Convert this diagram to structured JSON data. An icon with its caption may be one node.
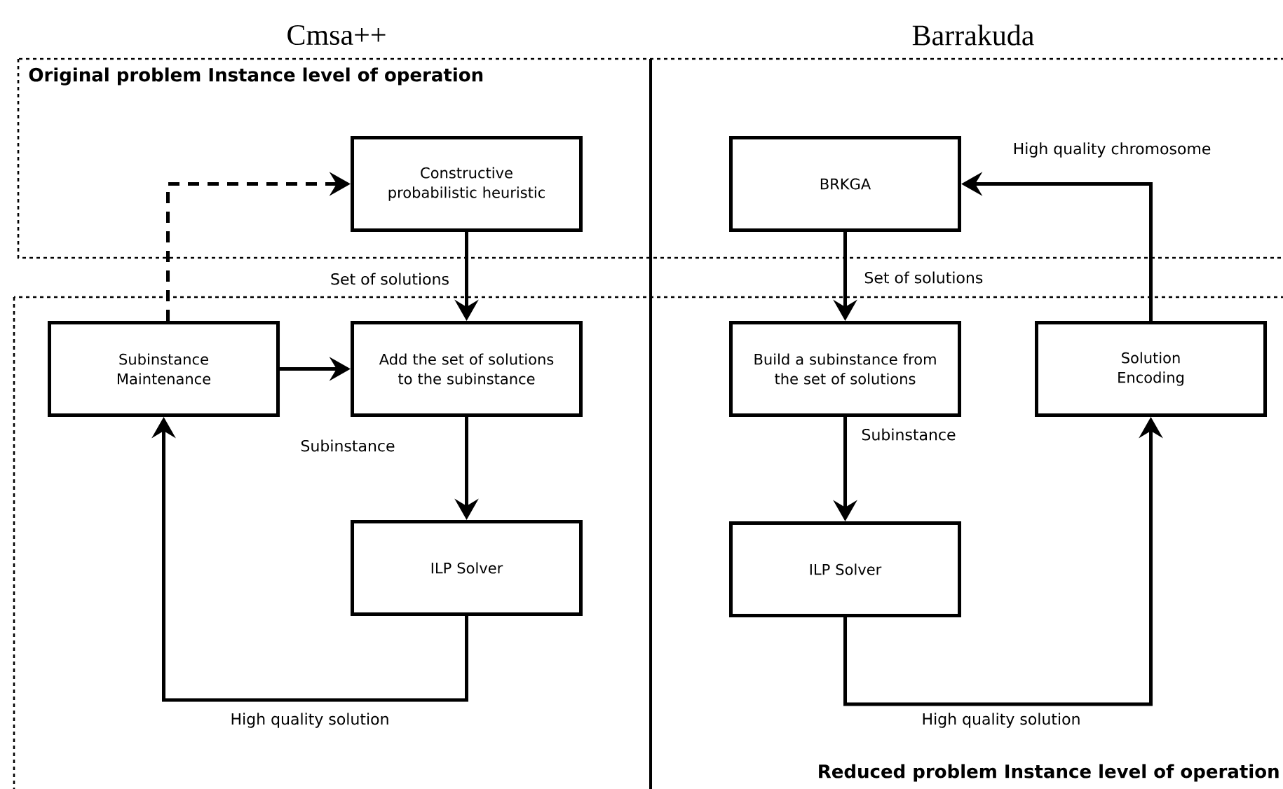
{
  "diagram": {
    "nodes": [
      {
        "text": [
          "Original problem Instance level of operation"
        ]
      },
      {
        "text": [
          "Reduced problem Instance level of operation"
        ]
      },
      {
        "text": [
          "Constructive probabilistic heuristic"
        ],
        "in": 0
      },
      {
        "text": [
          "Subinstance Maintenance"
        ],
        "in": 1
      },
      {
        "text": [
          "Add the set of solutions to the subinstance"
        ],
        "in": 1
      },
      {
        "text": [
          "ILP Solver"
        ],
        "in": 1
      },
      {
        "text": [
          "BRKGA"
        ],
        "in": 0
      },
      {
        "text": [
          "Build a  subinstance from the set of solutions"
        ],
        "in": 1
      },
      {
        "text": [
          "Solution Encoding"
        ],
        "in": 1
      },
      {
        "text": [
          "ILP Solver"
        ],
        "in": 1
      }
    ],
    "edges": [
      {
        "from": 2,
        "to": 4,
        "arrow": "to",
        "label": "Set of solutions"
      },
      {
        "from": 3,
        "to": 2,
        "arrow": "to",
        "style": "dashed"
      },
      {
        "from": 3,
        "to": 4,
        "arrow": "to"
      },
      {
        "from": 4,
        "to": 5,
        "arrow": "to",
        "label": "Subinstance"
      },
      {
        "from": 5,
        "to": 3,
        "arrow": "to",
        "label": "High quality solution"
      },
      {
        "from": 6,
        "to": 7,
        "arrow": "to",
        "label": "Set of solutions"
      },
      {
        "from": 7,
        "to": 9,
        "arrow": "to",
        "label": "Subinstance"
      },
      {
        "from": 9,
        "to": 8,
        "arrow": "to",
        "label": "High quality solution"
      },
      {
        "from": 8,
        "to": 6,
        "arrow": "to",
        "label": "High quality chromosome"
      }
    ],
    "labels": [
      "Cmsa++",
      "Barrakuda"
    ]
  }
}
